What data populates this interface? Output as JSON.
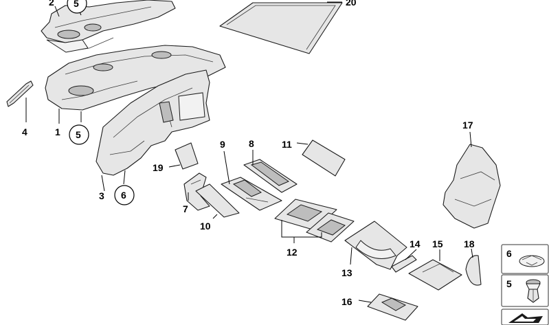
{
  "callouts": [
    {
      "id": "c2",
      "label": "2"
    },
    {
      "id": "c5a",
      "label": "5"
    },
    {
      "id": "c20",
      "label": "20"
    },
    {
      "id": "c4",
      "label": "4"
    },
    {
      "id": "c1",
      "label": "1"
    },
    {
      "id": "c5b",
      "label": "5"
    },
    {
      "id": "c3",
      "label": "3"
    },
    {
      "id": "c6",
      "label": "6"
    },
    {
      "id": "c19",
      "label": "19"
    },
    {
      "id": "c7",
      "label": "7"
    },
    {
      "id": "c9",
      "label": "9"
    },
    {
      "id": "c8",
      "label": "8"
    },
    {
      "id": "c10",
      "label": "10"
    },
    {
      "id": "c11",
      "label": "11"
    },
    {
      "id": "c12",
      "label": "12"
    },
    {
      "id": "c13",
      "label": "13"
    },
    {
      "id": "c14",
      "label": "14"
    },
    {
      "id": "c15",
      "label": "15"
    },
    {
      "id": "c16",
      "label": "16"
    },
    {
      "id": "c17",
      "label": "17"
    },
    {
      "id": "c18",
      "label": "18"
    }
  ],
  "legend": [
    {
      "id": "l6",
      "label": "6",
      "icon": "clip-icon"
    },
    {
      "id": "l5",
      "label": "5",
      "icon": "push-rivet-icon"
    }
  ]
}
